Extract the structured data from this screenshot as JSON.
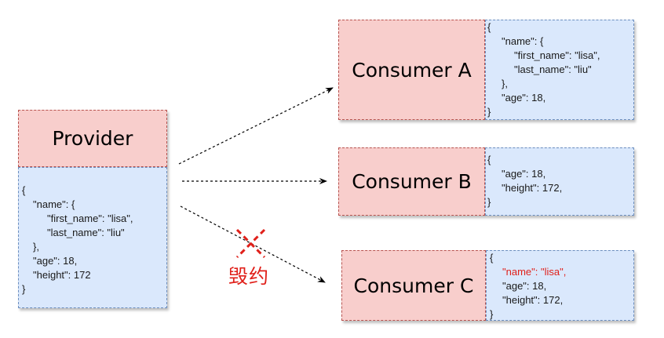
{
  "provider": {
    "title": "Provider",
    "json_lines": [
      "{",
      "\"name\": {",
      "\"first_name\": \"lisa\",",
      "\"last_name\": \"liu\"",
      "},",
      "\"age\": 18,",
      "\"height\": 172",
      "}"
    ]
  },
  "consumers": [
    {
      "title": "Consumer A",
      "json_lines": [
        "{",
        "\"name\": {",
        "\"first_name\": \"lisa\",",
        "\"last_name\": \"liu\"",
        "},",
        "\"age\": 18,",
        "}"
      ]
    },
    {
      "title": "Consumer B",
      "json_lines": [
        "{",
        "\"age\": 18,",
        "\"height\": 172,",
        "}"
      ]
    },
    {
      "title": "Consumer C",
      "json_lines": [
        "{",
        "\"name\": \"lisa\",",
        "\"age\": 18,",
        "\"height\": 172,",
        "}"
      ]
    }
  ],
  "breach_label": "毁约",
  "colors": {
    "title_fill": "#f8cecc",
    "title_border": "#b85450",
    "json_fill": "#dae8fc",
    "json_border": "#6c8ebf",
    "breach_red": "#e0201a"
  }
}
